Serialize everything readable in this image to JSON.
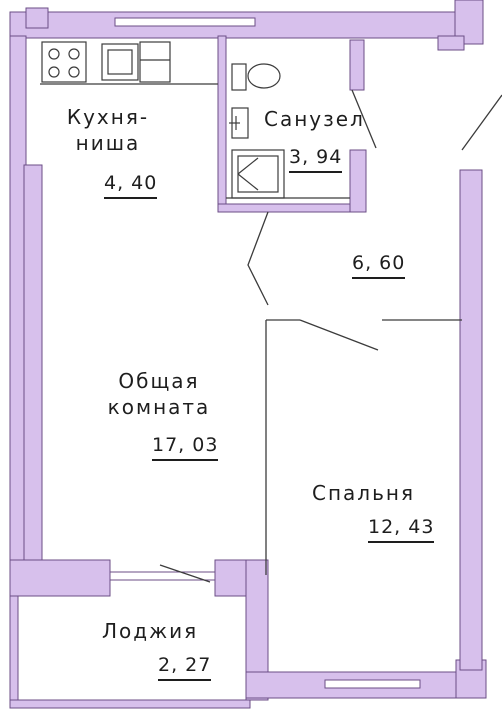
{
  "colors": {
    "wall_fill": "#d7c0ec",
    "wall_stroke": "#6b4e86",
    "line": "#3c3c3c",
    "text": "#1e1e1e",
    "background": "#ffffff"
  },
  "rooms": {
    "kitchen": {
      "name_line1": "Кухня-",
      "name_line2": "ниша",
      "area": "4, 40"
    },
    "bathroom": {
      "name": "Санузел",
      "area": "3, 94"
    },
    "hall": {
      "area": "6, 60"
    },
    "living": {
      "name_line1": "Общая",
      "name_line2": "комната",
      "area": "17, 03"
    },
    "bedroom": {
      "name": "Спальня",
      "area": "12, 43"
    },
    "loggia": {
      "name": "Лоджия",
      "area": "2, 27"
    }
  },
  "icons": [
    "stove-icon",
    "sink-icon",
    "fridge-icon",
    "toilet-icon",
    "washbasin-icon",
    "shower-icon"
  ]
}
